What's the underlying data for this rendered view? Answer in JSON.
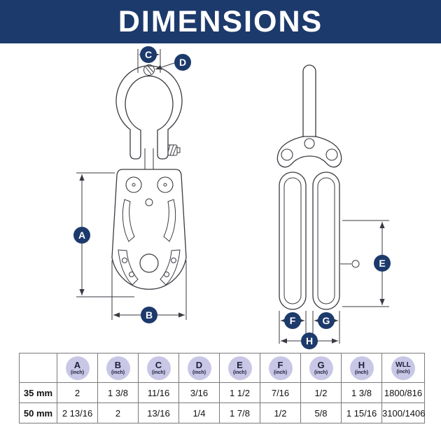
{
  "header": {
    "title": "DIMENSIONS"
  },
  "colors": {
    "navy": "#1c3a6b",
    "lavender": "#c9c7e6",
    "line": "#3a3a42"
  },
  "diagram": {
    "labels": [
      "A",
      "B",
      "C",
      "D",
      "E",
      "F",
      "G",
      "H"
    ]
  },
  "table": {
    "unit": "(inch)",
    "columns": [
      "A",
      "B",
      "C",
      "D",
      "E",
      "F",
      "G",
      "H",
      "WLL"
    ],
    "rows": [
      {
        "label": "35 mm",
        "values": [
          "2",
          "1 3/8",
          "11/16",
          "3/16",
          "1 1/2",
          "7/16",
          "1/2",
          "1 3/8",
          "1800/816"
        ]
      },
      {
        "label": "50 mm",
        "values": [
          "2 13/16",
          "2",
          "13/16",
          "1/4",
          "1 7/8",
          "1/2",
          "5/8",
          "1 15/16",
          "3100/1406"
        ]
      }
    ]
  }
}
